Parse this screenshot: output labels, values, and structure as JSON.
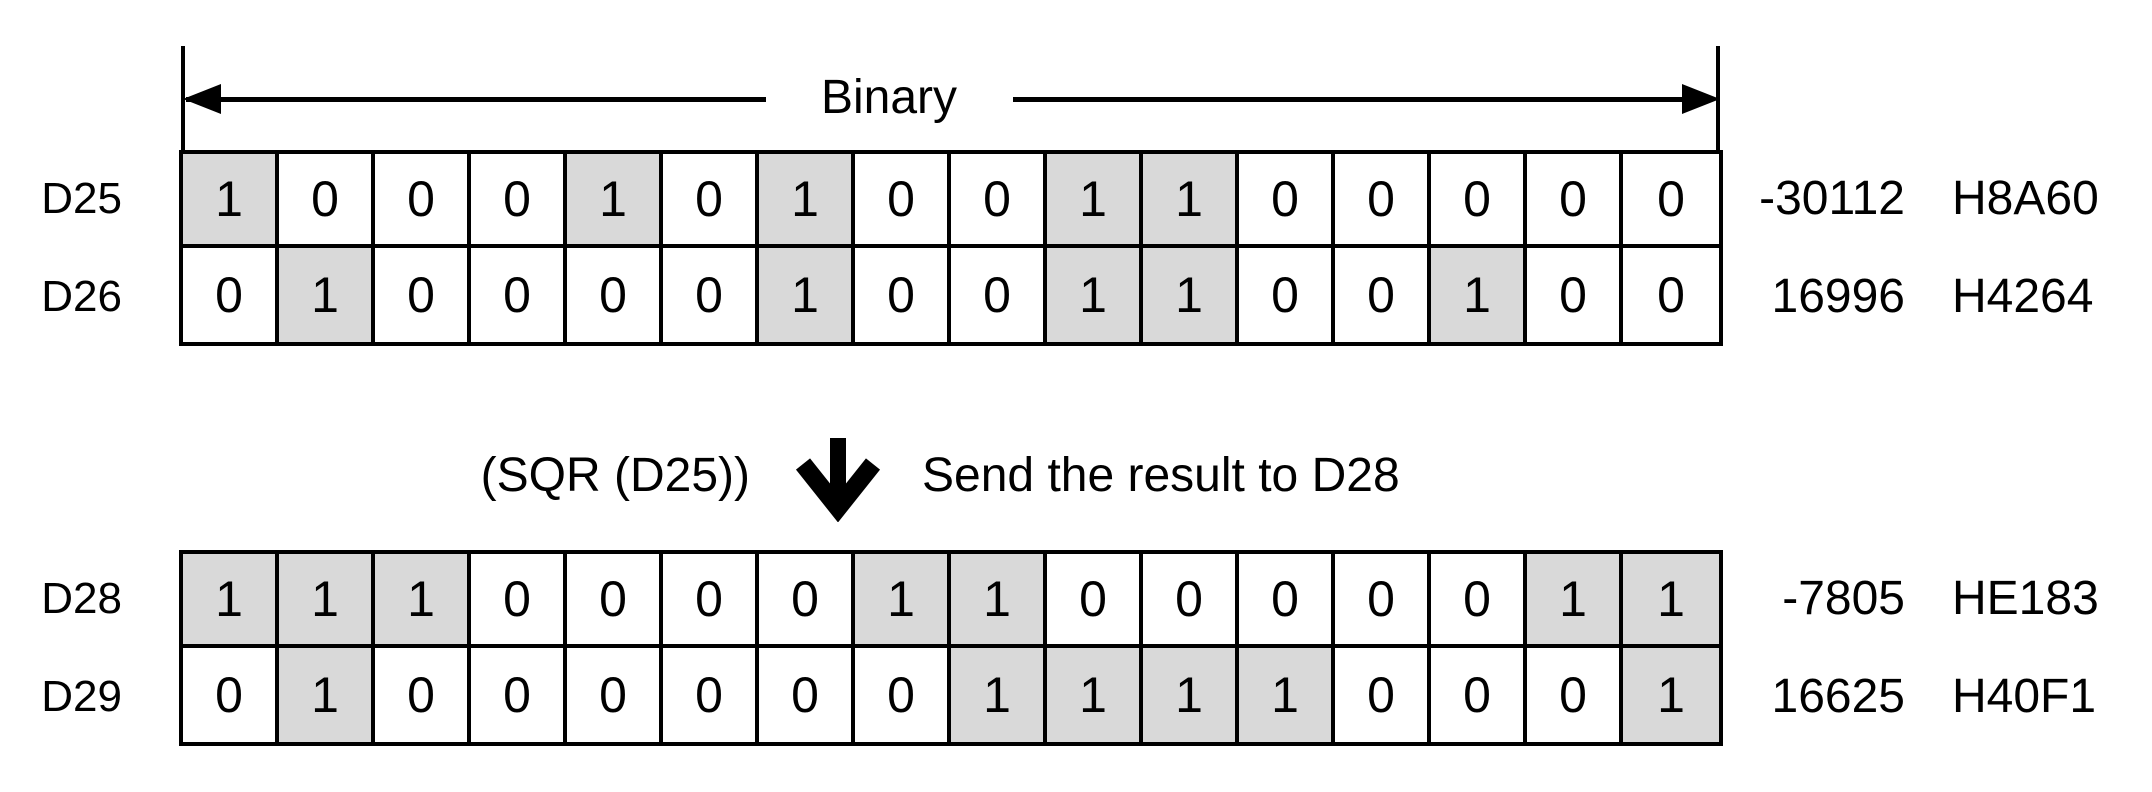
{
  "binary_label": "Binary",
  "operation": {
    "expression": "(SQR (D25))",
    "arrow_icon": "bold-down-arrow",
    "description": "Send the result to D28"
  },
  "colors": {
    "cell_highlight": "#d9d9d9",
    "line": "#000000",
    "background": "#ffffff"
  },
  "tables": [
    {
      "id": "source",
      "rows": [
        {
          "register": "D25",
          "bits": [
            "1",
            "0",
            "0",
            "0",
            "1",
            "0",
            "1",
            "0",
            "0",
            "1",
            "1",
            "0",
            "0",
            "0",
            "0",
            "0"
          ],
          "decimal": "-30112",
          "hex": "H8A60"
        },
        {
          "register": "D26",
          "bits": [
            "0",
            "1",
            "0",
            "0",
            "0",
            "0",
            "1",
            "0",
            "0",
            "1",
            "1",
            "0",
            "0",
            "1",
            "0",
            "0"
          ],
          "decimal": "16996",
          "hex": "H4264"
        }
      ]
    },
    {
      "id": "result",
      "rows": [
        {
          "register": "D28",
          "bits": [
            "1",
            "1",
            "1",
            "0",
            "0",
            "0",
            "0",
            "1",
            "1",
            "0",
            "0",
            "0",
            "0",
            "0",
            "1",
            "1"
          ],
          "decimal": "-7805",
          "hex": "HE183"
        },
        {
          "register": "D29",
          "bits": [
            "0",
            "1",
            "0",
            "0",
            "0",
            "0",
            "0",
            "0",
            "1",
            "1",
            "1",
            "1",
            "0",
            "0",
            "0",
            "1"
          ],
          "decimal": "16625",
          "hex": "H40F1"
        }
      ]
    }
  ]
}
